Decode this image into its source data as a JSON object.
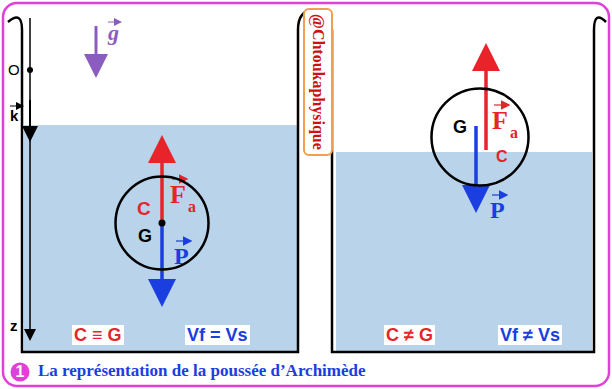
{
  "diagram": {
    "caption": "La représentation de la poussée d’Archimède",
    "nodes": [
      {
        "text": [
          "C",
          "G"
        ]
      },
      {
        "text": [
          "G",
          "C"
        ]
      },
      {
        "text": [
          "@Chtoukaphysique"
        ]
      },
      {
        "text": [
          "1"
        ]
      }
    ],
    "labels": [
      "O",
      "k",
      "z",
      "g",
      "F",
      "a",
      "P",
      "C ≡ G",
      "Vf = Vs",
      "F",
      "a",
      "P",
      "C ≠ G",
      "Vf ≠ Vs"
    ]
  }
}
